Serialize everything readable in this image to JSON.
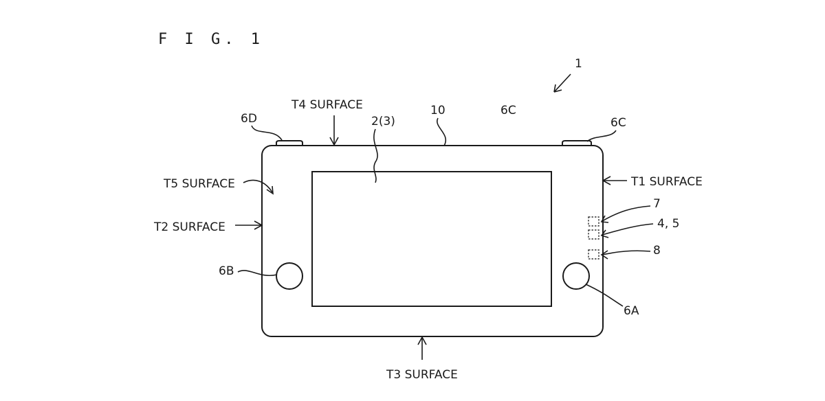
{
  "figure": {
    "title": "F I G. 1"
  },
  "labels": {
    "device_ref": "1",
    "t4_surface": "T4 SURFACE",
    "ref_10": "10",
    "ref_6c_top": "6C",
    "ref_6d": "6D",
    "ref_2_3": "2(3)",
    "ref_6c_right": "6C",
    "t1_surface": "T1 SURFACE",
    "t5_surface": "T5 SURFACE",
    "t2_surface": "T2 SURFACE",
    "ref_7": "7",
    "ref_4_5": "4, 5",
    "ref_8": "8",
    "ref_6b": "6B",
    "ref_6a": "6A",
    "t3_surface": "T3 SURFACE"
  }
}
